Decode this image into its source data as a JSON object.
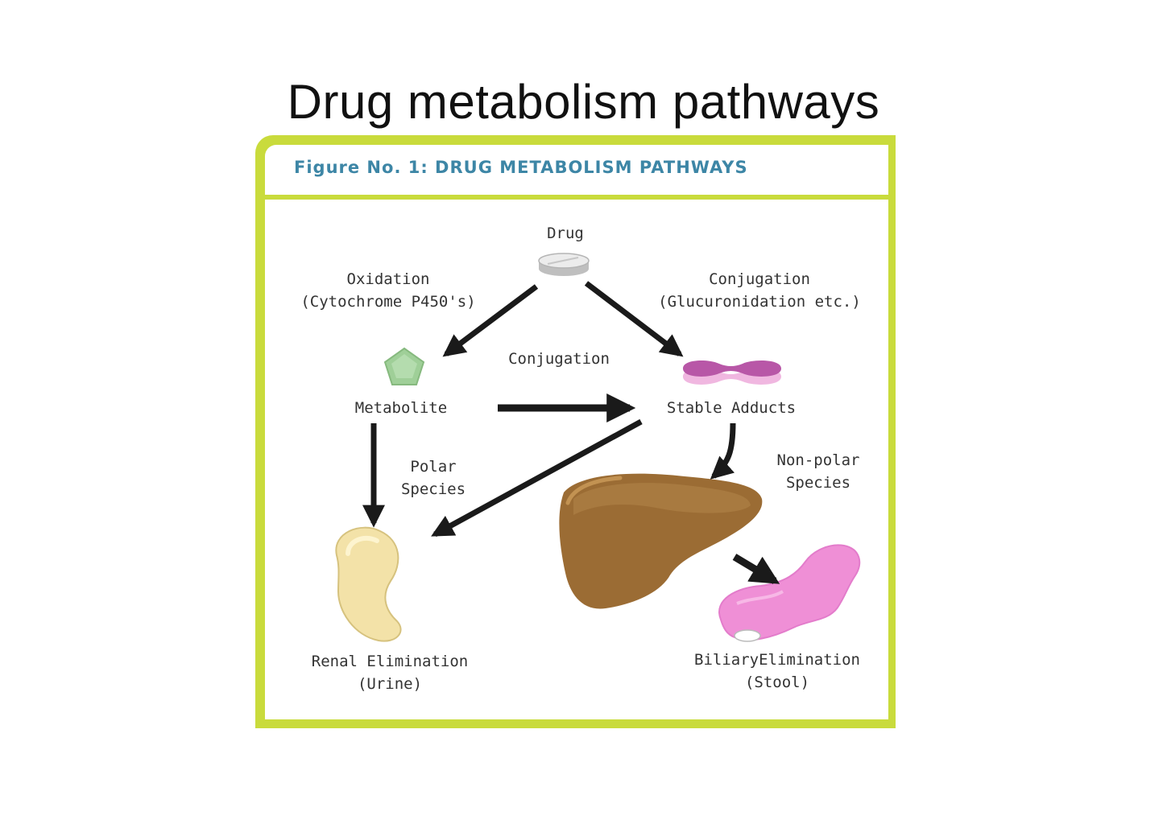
{
  "slide": {
    "title": "Drug metabolism pathways"
  },
  "figure": {
    "header": "Figure No. 1: DRUG METABOLISM PATHWAYS",
    "colors": {
      "frame": "#c9db3c",
      "header_text": "#3d86a6",
      "arrow": "#1a1a1a"
    },
    "nodes": {
      "drug": "Drug",
      "metabolite": "Metabolite",
      "stable_adducts": "Stable Adducts",
      "renal_elimination": [
        "Renal Elimination",
        "(Urine)"
      ],
      "biliary_elimination": [
        "BiliaryElimination",
        "(Stool)"
      ]
    },
    "edges": {
      "oxidation": [
        "Oxidation",
        "(Cytochrome P450's)"
      ],
      "conjugation_top": [
        "Conjugation",
        "(Glucuronidation etc.)"
      ],
      "conjugation_mid": "Conjugation",
      "polar_species": [
        "Polar",
        "Species"
      ],
      "non_polar_species": [
        "Non-polar",
        "Species"
      ]
    },
    "icons": [
      "pill-icon",
      "pentagon-metabolite-icon",
      "adduct-icon",
      "kidney-icon",
      "liver-icon",
      "intestine-icon"
    ]
  }
}
